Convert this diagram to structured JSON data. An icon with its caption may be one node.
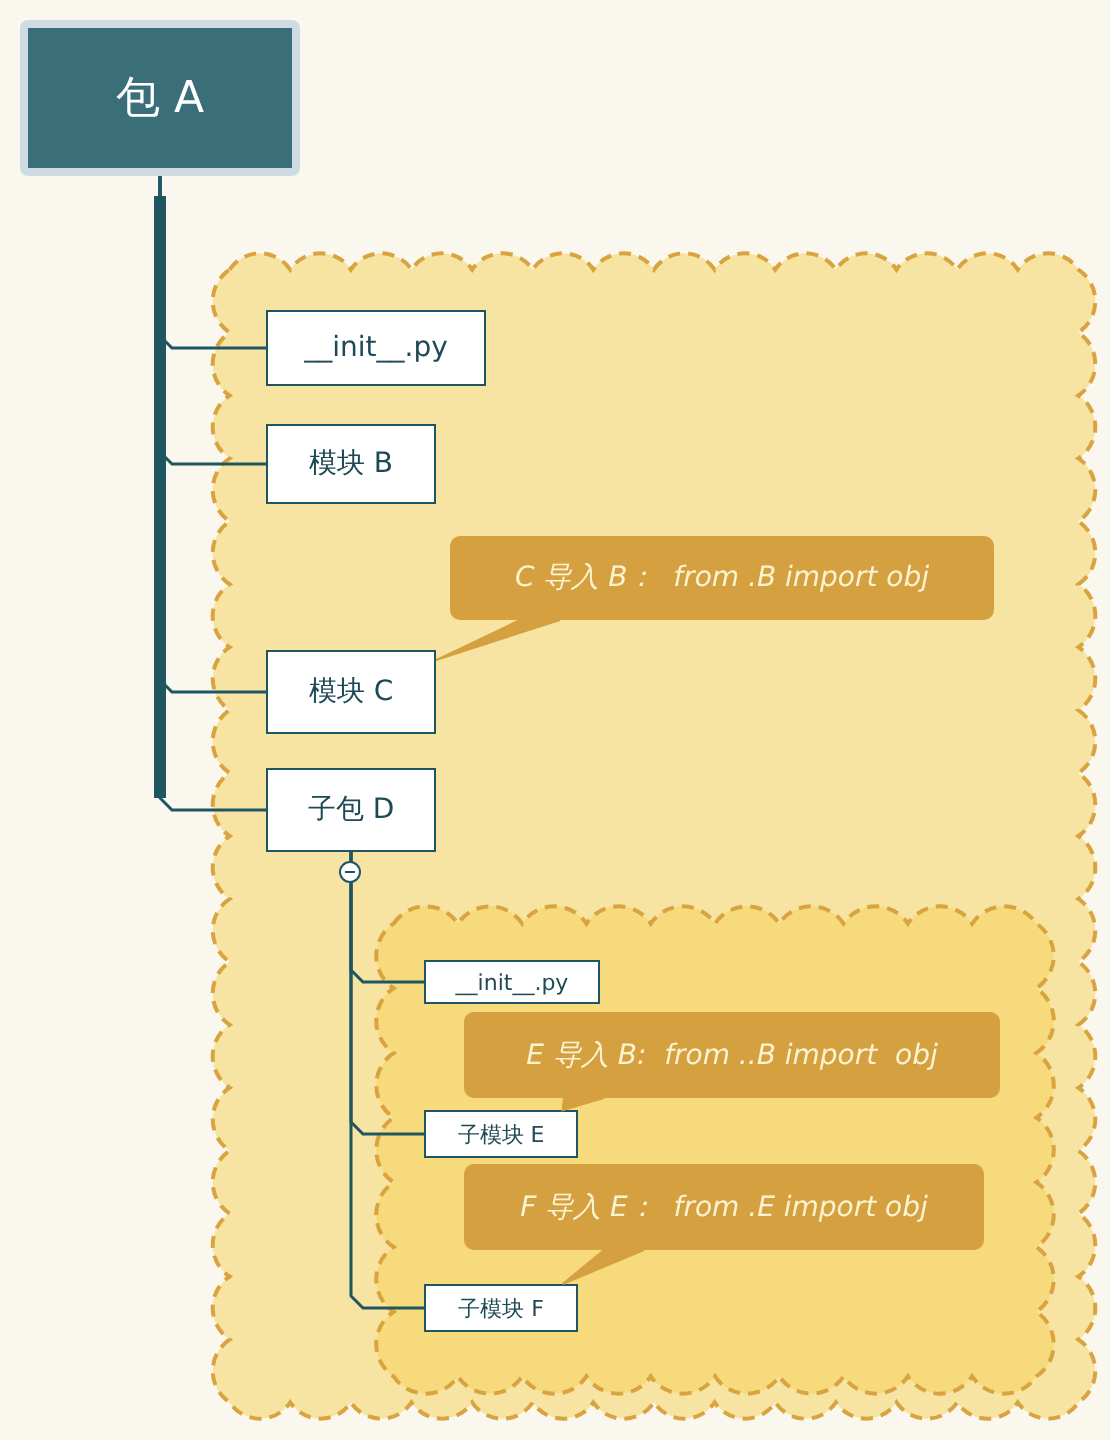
{
  "diagram": {
    "nodes": [
      {
        "text": [
          "包 A"
        ]
      },
      {
        "text": [],
        "shape": "cloud"
      },
      {
        "text": [
          "__init__.py"
        ],
        "in": 1
      },
      {
        "text": [
          "模块 B"
        ],
        "in": 1
      },
      {
        "text": [
          "C 导入 B：  from .B import obj"
        ],
        "in": 1
      },
      {
        "text": [
          "模块 C"
        ],
        "in": 1
      },
      {
        "text": [
          "子包 D"
        ],
        "in": 1
      },
      {
        "text": [],
        "shape": "cloud",
        "in": 1
      },
      {
        "text": [
          "__init__.py"
        ],
        "in": 7
      },
      {
        "text": [
          "E 导入 B:  from ..B import  obj"
        ],
        "in": 7
      },
      {
        "text": [
          "子模块 E"
        ],
        "in": 7
      },
      {
        "text": [
          "F 导入 E：  from .E import obj"
        ],
        "in": 7
      },
      {
        "text": [
          "子模块 F"
        ],
        "in": 7
      }
    ],
    "edges": [
      {
        "from": 0,
        "to": 2,
        "arrow": "none"
      },
      {
        "from": 0,
        "to": 3,
        "arrow": "none"
      },
      {
        "from": 0,
        "to": 5,
        "arrow": "none"
      },
      {
        "from": 0,
        "to": 6,
        "arrow": "none"
      },
      {
        "from": 4,
        "to": 5,
        "arrow": "none"
      },
      {
        "from": 6,
        "to": 8,
        "arrow": "none"
      },
      {
        "from": 6,
        "to": 10,
        "arrow": "none"
      },
      {
        "from": 6,
        "to": 12,
        "arrow": "none"
      },
      {
        "from": 9,
        "to": 10,
        "arrow": "none"
      },
      {
        "from": 11,
        "to": 12,
        "arrow": "none"
      }
    ]
  }
}
